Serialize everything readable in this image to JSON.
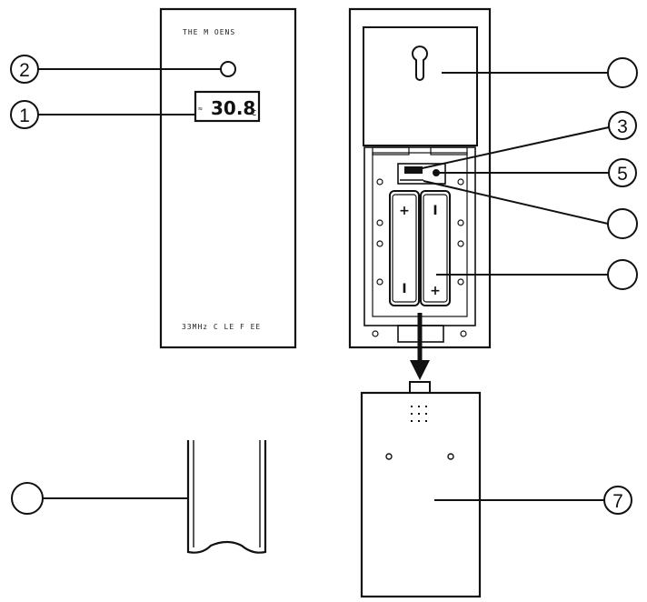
{
  "front_panel": {
    "top_text": "THE M  OENS",
    "bottom_text": "33MHz C  LE F EE",
    "lcd_reading": "30.8",
    "lcd_unit": "c",
    "lcd_indicator": "≈"
  },
  "callouts": {
    "c1": "1",
    "c2": "2",
    "c3": "3",
    "c5": "5",
    "c7": "7",
    "blank_hook": "",
    "blank_switch": "",
    "blank_batteries": "",
    "blank_stand": ""
  },
  "batteries": {
    "left_top": "+",
    "left_bottom": "I",
    "right_top": "I",
    "right_bottom": "+"
  }
}
